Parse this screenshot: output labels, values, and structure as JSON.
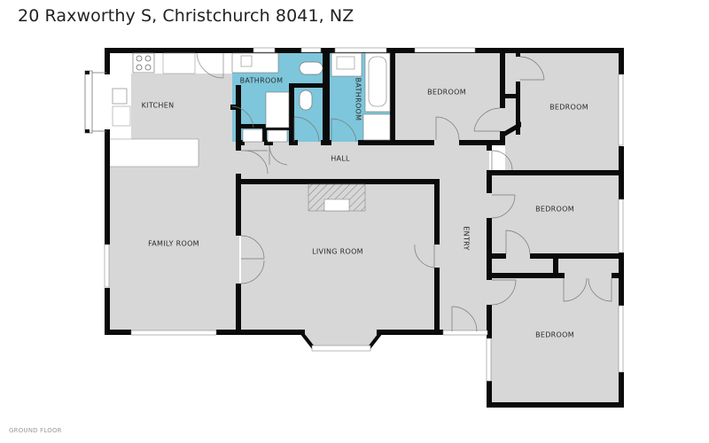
{
  "header": {
    "address": "20 Raxworthy S, Christchurch 8041, NZ"
  },
  "footer": {
    "floor_label": "GROUND FLOOR"
  },
  "colors": {
    "floor_gray": "#d7d7d7",
    "bathroom_blue": "#7ec6db",
    "wall_black": "#0a0a0a",
    "background": "#ffffff"
  },
  "rooms": [
    {
      "id": "kitchen",
      "label": "KITCHEN"
    },
    {
      "id": "bathroom-1",
      "label": "BATHROOM"
    },
    {
      "id": "bathroom-2",
      "label": "BATHROOM"
    },
    {
      "id": "bedroom-1",
      "label": "BEDROOM"
    },
    {
      "id": "bedroom-2",
      "label": "BEDROOM"
    },
    {
      "id": "hall",
      "label": "HALL"
    },
    {
      "id": "family-room",
      "label": "FAMILY ROOM"
    },
    {
      "id": "living-room",
      "label": "LIVING ROOM"
    },
    {
      "id": "entry",
      "label": "ENTRY"
    },
    {
      "id": "bedroom-3",
      "label": "BEDROOM"
    },
    {
      "id": "bedroom-4",
      "label": "BEDROOM"
    }
  ]
}
